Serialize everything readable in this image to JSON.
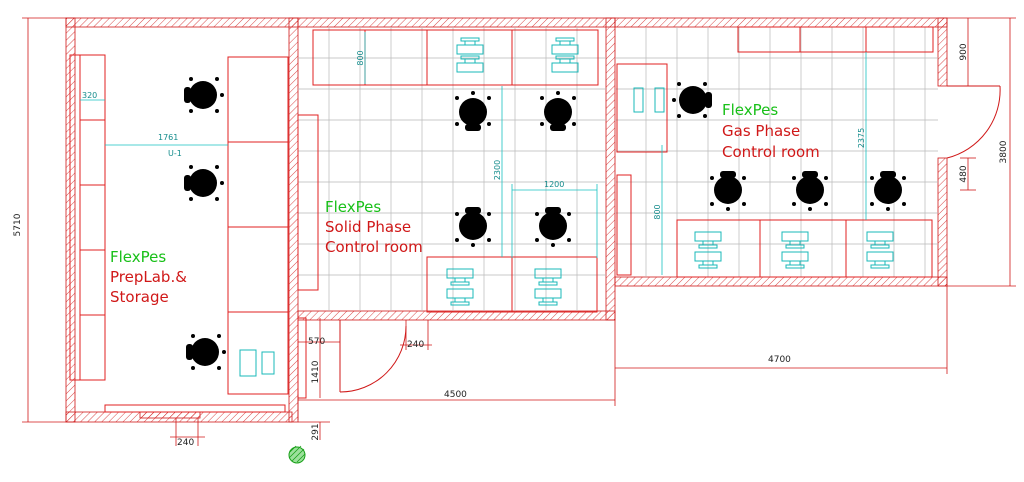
{
  "rooms": {
    "prep_lab": {
      "name": "FlexPes",
      "line1": "PrepLab.&",
      "line2": "Storage"
    },
    "solid_phase": {
      "name": "FlexPes",
      "line1": "Solid Phase",
      "line2": "Control room"
    },
    "gas_phase": {
      "name": "FlexPes",
      "line1": "Gas Phase",
      "line2": "Control room"
    }
  },
  "dimensions": {
    "total_height": "5710",
    "shelf_depth": "320",
    "inner_width": "1761",
    "tag": "U-1",
    "bottom_window": "240",
    "door_offset": "570",
    "wall_gap": "240",
    "door_depth": "1410",
    "marker_offset": "291",
    "solid_width": "4500",
    "solid_bench": "800",
    "solid_aisle": "2300",
    "solid_desk": "1200",
    "gas_width": "4700",
    "gas_height": "3800",
    "gas_top": "900",
    "gas_door": "480",
    "gas_desk": "800",
    "gas_aisle": "2375"
  },
  "colors": {
    "wall": "#d01818",
    "furniture": "#e02020",
    "monitor": "#18b8b8",
    "label_name": "#18c018",
    "label_text": "#d01818",
    "grid": "#b8b8b8"
  }
}
